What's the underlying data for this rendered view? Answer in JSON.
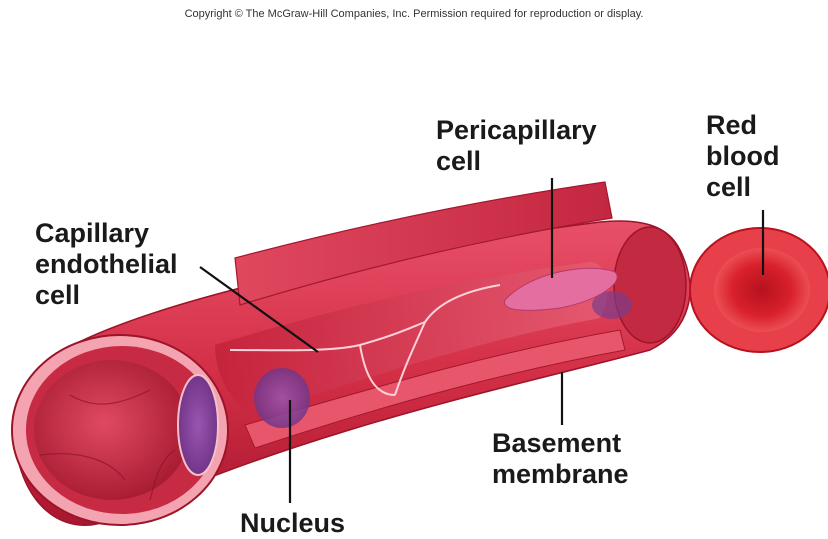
{
  "copyright": "Copyright © The McGraw-Hill Companies, Inc. Permission required for reproduction or display.",
  "labels": {
    "capillary_endothelial_cell": "Capillary\nendothelial\ncell",
    "pericapillary_cell": "Pericapillary\ncell",
    "red_blood_cell": "Red\nblood\ncell",
    "basement_membrane": "Basement\nmembrane",
    "nucleus": "Nucleus"
  },
  "colors": {
    "vessel": "#d8304a",
    "vessel_dark": "#a3152c",
    "vessel_light": "#ef7186",
    "rbc": "#d8202c",
    "nucleus": "#7a3c8c",
    "pericyte": "#e46ea0"
  }
}
